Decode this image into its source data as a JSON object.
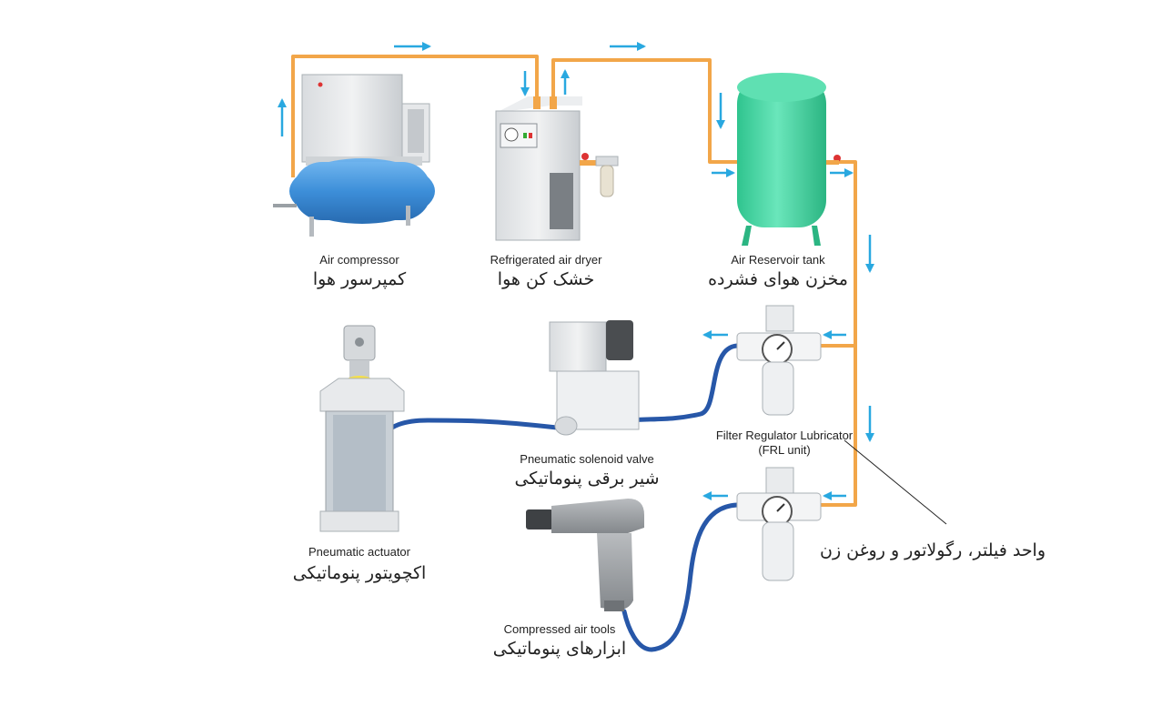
{
  "colors": {
    "pipe": "#f2a649",
    "hose": "#2757a8",
    "arrow": "#29a8e0",
    "tank": "#45d9a4",
    "compressor_tank": "#3d8fd9",
    "leader_line": "#222222"
  },
  "components": {
    "air_compressor": {
      "label_en": "Air compressor",
      "label_fa": "کمپرسور هوا"
    },
    "air_dryer": {
      "label_en": "Refrigerated air dryer",
      "label_fa": "خشک کن هوا"
    },
    "reservoir_tank": {
      "label_en": "Air Reservoir tank",
      "label_fa": "مخزن هوای فشرده"
    },
    "frl_unit": {
      "label_en_line1": "Filter Regulator Lubricator",
      "label_en_line2": "(FRL unit)",
      "label_fa": "واحد فیلتر، رگولاتور و روغن زن"
    },
    "solenoid_valve": {
      "label_en": "Pneumatic solenoid valve",
      "label_fa": "شیر برقی پنوماتیکی"
    },
    "actuator": {
      "label_en": "Pneumatic actuator",
      "label_fa": "اکچویتور پنوماتیکی"
    },
    "air_tools": {
      "label_en": "Compressed air tools",
      "label_fa": "ابزارهای پنوماتیکی"
    }
  },
  "icons": [
    "flow-arrow-icon",
    "pressure-gauge-icon"
  ]
}
